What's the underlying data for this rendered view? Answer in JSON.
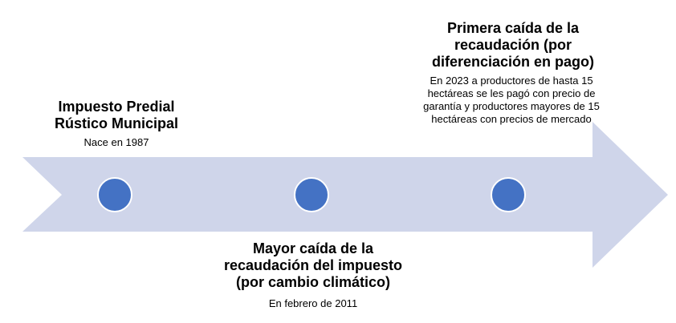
{
  "colors": {
    "arrow": "#cfd5ea",
    "dot": "#4472c4"
  },
  "events": [
    {
      "title": "Impuesto Predial Rústico Municipal",
      "description": "Nace en 1987"
    },
    {
      "title": "Mayor caída de la recaudación del impuesto (por cambio climático)",
      "description": "En febrero de 2011"
    },
    {
      "title": "Primera caída de la recaudación (por diferenciación en pago)",
      "description": "En 2023 a productores de hasta 15 hectáreas se les pagó con precio de garantía y productores mayores de 15 hectáreas con precios de mercado"
    }
  ]
}
